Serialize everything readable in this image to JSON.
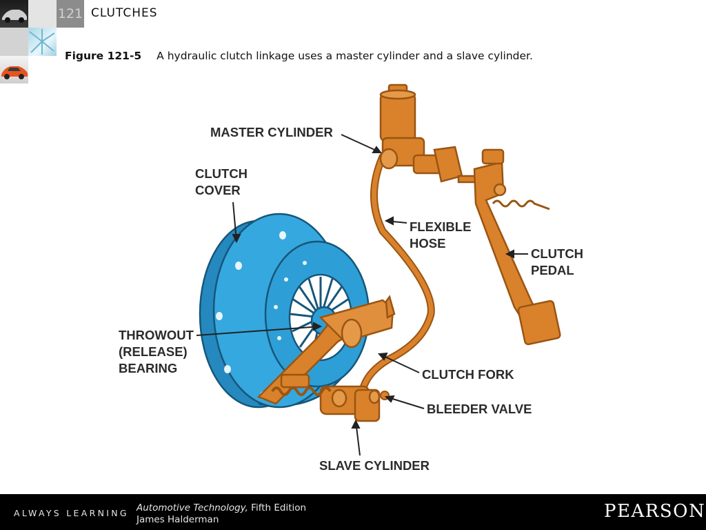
{
  "header": {
    "chapter_number": "121",
    "chapter_title": "CLUTCHES"
  },
  "caption": {
    "figure_label": "Figure 121-5",
    "text": "A hydraulic clutch linkage uses a master cylinder and a slave cylinder."
  },
  "figure": {
    "labels": {
      "master_cylinder": "MASTER CYLINDER",
      "clutch_cover": "CLUTCH\nCOVER",
      "flexible_hose": "FLEXIBLE\nHOSE",
      "clutch_pedal": "CLUTCH\nPEDAL",
      "throwout_bearing": "THROWOUT\n(RELEASE)\nBEARING",
      "clutch_fork": "CLUTCH FORK",
      "bleeder_valve": "BLEEDER VALVE",
      "slave_cylinder": "SLAVE CYLINDER"
    },
    "colors": {
      "orange": "#d9822b",
      "orange_dark": "#9a5412",
      "blue": "#2e9fd6",
      "blue_dark": "#17567a",
      "label": "#2b2b2b"
    }
  },
  "footer": {
    "tagline": "ALWAYS LEARNING",
    "book_title": "Automotive Technology,",
    "edition": " Fifth Edition",
    "author": "James Halderman",
    "publisher": "PEARSON"
  }
}
